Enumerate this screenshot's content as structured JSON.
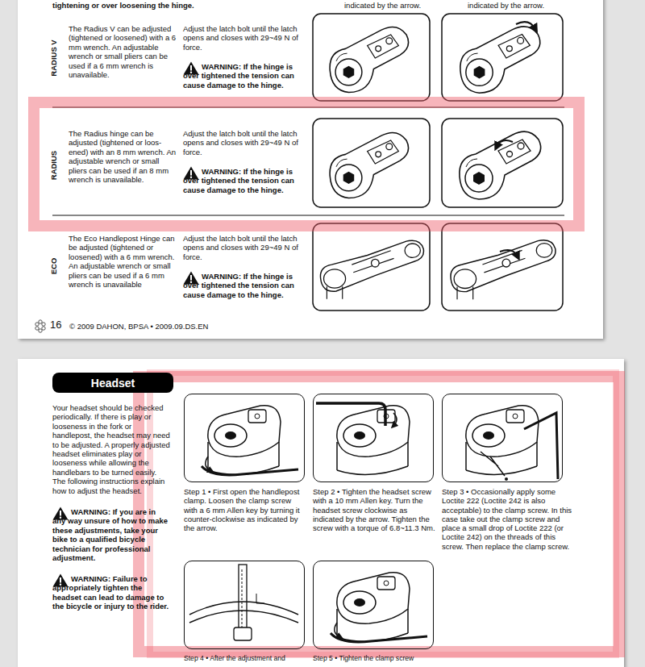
{
  "diagram": {
    "nodes": [
      {
        "text": [
          "Headset"
        ]
      },
      {
        "text": [
          "Step 1 • First open the handlepost clamp. Loosen the clamp screw with a 6 mm Allen key by turning it counter-clockwise as indicated by the arrow."
        ]
      },
      {
        "text": [
          "Step 2 • Tighten the headset screw with a 10 mm Allen key. Turn the headset screw clockwise as indicated by the arrow. Tighten the screw with a torque of 6.8~11.3 Nm."
        ]
      },
      {
        "text": [
          "Step 3 • Occasionally apply some Loctite 222 (Loctite 242 is also acceptable) to the clamp screw. In this case take out the clamp screw and place a small drop of Loctite 222 (or Loctite 242) on the threads of this screw. Then replace the clamp screw."
        ]
      },
      {
        "text": [
          "Step 4 • After the adjustment and"
        ]
      },
      {
        "text": [
          "Step 5 • Tighten the clamp screw"
        ]
      }
    ],
    "labels": [
      "tightening or over loosening the hinge.",
      "indicated by the arrow.",
      "indicated by the arrow.",
      "RADIUS V",
      "The Radius V can be adjusted (tightened or loosened) with a 6 mm wrench. An adjustable wrench or small pliers can be used if a 6 mm wrench is unavailable.",
      "Adjust the latch bolt until the latch opens and closes with 29~49 N of force.",
      "WARNING: If the hinge is over tightened the tension can cause damage to the hinge.",
      "RADIUS",
      "The Radius hinge can be adjusted (tightened or loos- ened) with an 8 mm wrench. An adjustable wrench or small pliers can be used if an 8 mm wrench is unavailable.",
      "Adjust the latch bolt until the latch opens and closes with 29~49 N of force.",
      "WARNING: If the hinge is over tightened the tension can cause damage to the hinge.",
      "ECO",
      "The Eco Handlepost Hinge can be adjusted (tightened or loosened) with a 6 mm wrench. An adjustable wrench or small pliers can be used if a 6 mm wrench is unavailable",
      "Adjust the latch bolt until the latch opens and closes with 29~49 N of force.",
      "WARNING: If the hinge is over tightened the tension can cause damage to the hinge.",
      "16",
      "© 2009 DAHON, BPSA • 2009.09.DS.EN",
      "Your headset should be checked periodically. If there is play or looseness in the fork or handlepost, the headset may need to be adjusted. A properly adjusted headset eliminates play or looseness while allowing the handlebars to be turned easily. The following instructions explain how to adjust the headset.",
      "WARNING: If you are in any way unsure of how to make these adjustments, take your bike to a qualified bicycle technician for professional adjustment.",
      "WARNING: Failure to appropriately tighten the headset can lead to damage to the bicycle or injury to the rider."
    ]
  }
}
